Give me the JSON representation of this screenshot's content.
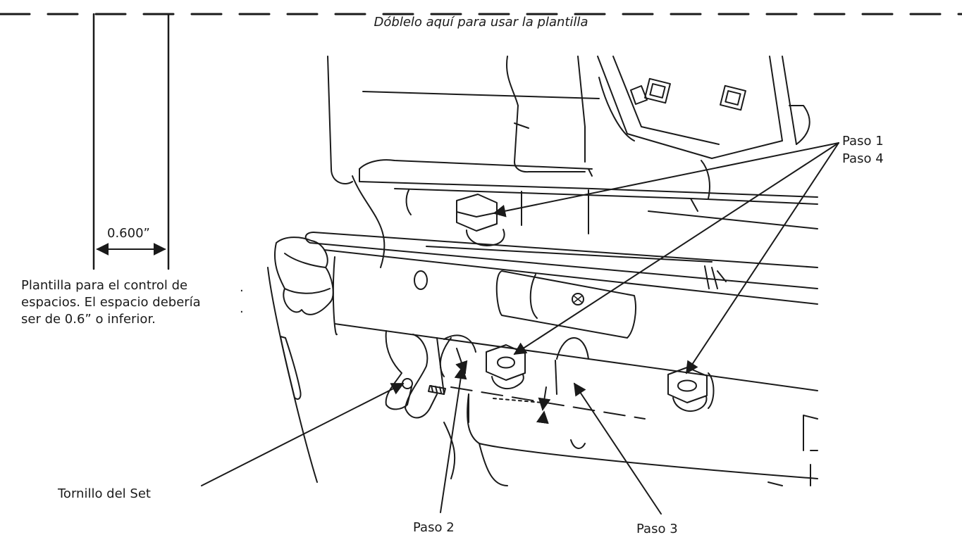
{
  "fold": {
    "label": "Dóblelo aquí para usar la plantilla"
  },
  "gap_template": {
    "dimension": "0.600”",
    "note_lines": [
      "Plantilla para el control de",
      "espacios. El espacio debería",
      "ser de 0.6” o inferior."
    ]
  },
  "callouts": {
    "step1": "Paso 1",
    "step4": "Paso 4",
    "step2": "Paso 2",
    "step3": "Paso 3",
    "set_screw": "Tornillo del Set"
  },
  "colors": {
    "ink": "#1a1a1a",
    "background": "#ffffff"
  }
}
